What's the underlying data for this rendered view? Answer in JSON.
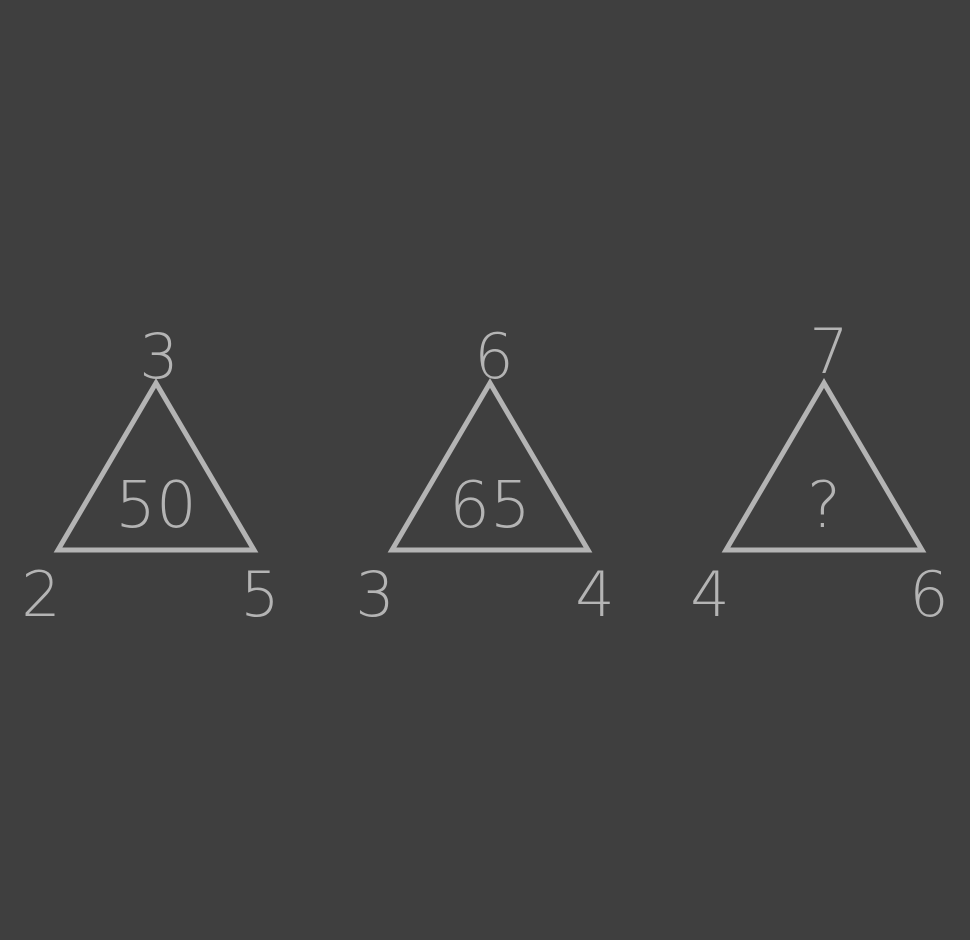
{
  "triangles": [
    {
      "top": "3",
      "left": "2",
      "right": "5",
      "center": "50"
    },
    {
      "top": "6",
      "left": "3",
      "right": "4",
      "center": "65"
    },
    {
      "top": "7",
      "left": "4",
      "right": "6",
      "center": "?"
    }
  ],
  "colors": {
    "background": "#3f3f3f",
    "stroke": "#b4b4b4",
    "text": "#b4b4b4"
  }
}
